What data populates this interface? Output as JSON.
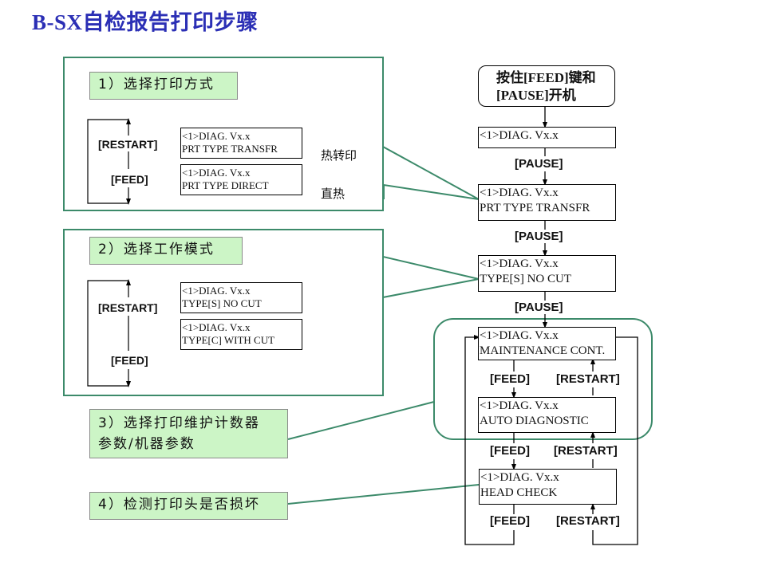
{
  "title": "B-SX自检报告打印步骤",
  "colors": {
    "title": "#2b2fb5",
    "panel_border": "#3c8a6a",
    "label_bg": "#ccf5c6",
    "callout_line": "#3c8a6a"
  },
  "panel1": {
    "label": "1）选择打印方式",
    "restart": "[RESTART]",
    "feed": "[FEED]",
    "options": [
      {
        "line1": "<1>DIAG.  Vx.x",
        "line2": "PRT TYPE  TRANSFR",
        "note": "热转印"
      },
      {
        "line1": "<1>DIAG.  Vx.x",
        "line2": "PRT TYPE  DIRECT",
        "note": "直热"
      }
    ]
  },
  "panel2": {
    "label": "2）选择工作模式",
    "restart": "[RESTART]",
    "feed": "[FEED]",
    "options": [
      {
        "line1": "<1>DIAG.  Vx.x",
        "line2": "TYPE[S] NO CUT"
      },
      {
        "line1": "<1>DIAG.  Vx.x",
        "line2": "TYPE[C] WITH CUT"
      }
    ]
  },
  "step3": {
    "line1": "3）选择打印维护计数器",
    "line2": "参数/机器参数"
  },
  "step4": {
    "label": "4）检测打印头是否损坏"
  },
  "flow": {
    "start": {
      "line1": "按住[FEED]键和",
      "line2": "[PAUSE]开机"
    },
    "screens": [
      {
        "line1": "<1>DIAG.  Vx.x",
        "line2": ""
      },
      {
        "line1": "<1>DIAG.  Vx.x",
        "line2": "PRT TYPE  TRANSFR"
      },
      {
        "line1": "<1>DIAG.  Vx.x",
        "line2": "TYPE[S] NO CUT"
      },
      {
        "line1": "<1>DIAG.  Vx.x",
        "line2": "MAINTENANCE CONT."
      },
      {
        "line1": "<1>DIAG.  Vx.x",
        "line2": "AUTO DIAGNOSTIC"
      },
      {
        "line1": "<1>DIAG.  Vx.x",
        "line2": "HEAD CHECK"
      }
    ],
    "keys": {
      "pause": "[PAUSE]",
      "feed": "[FEED]",
      "restart": "[RESTART]"
    }
  }
}
